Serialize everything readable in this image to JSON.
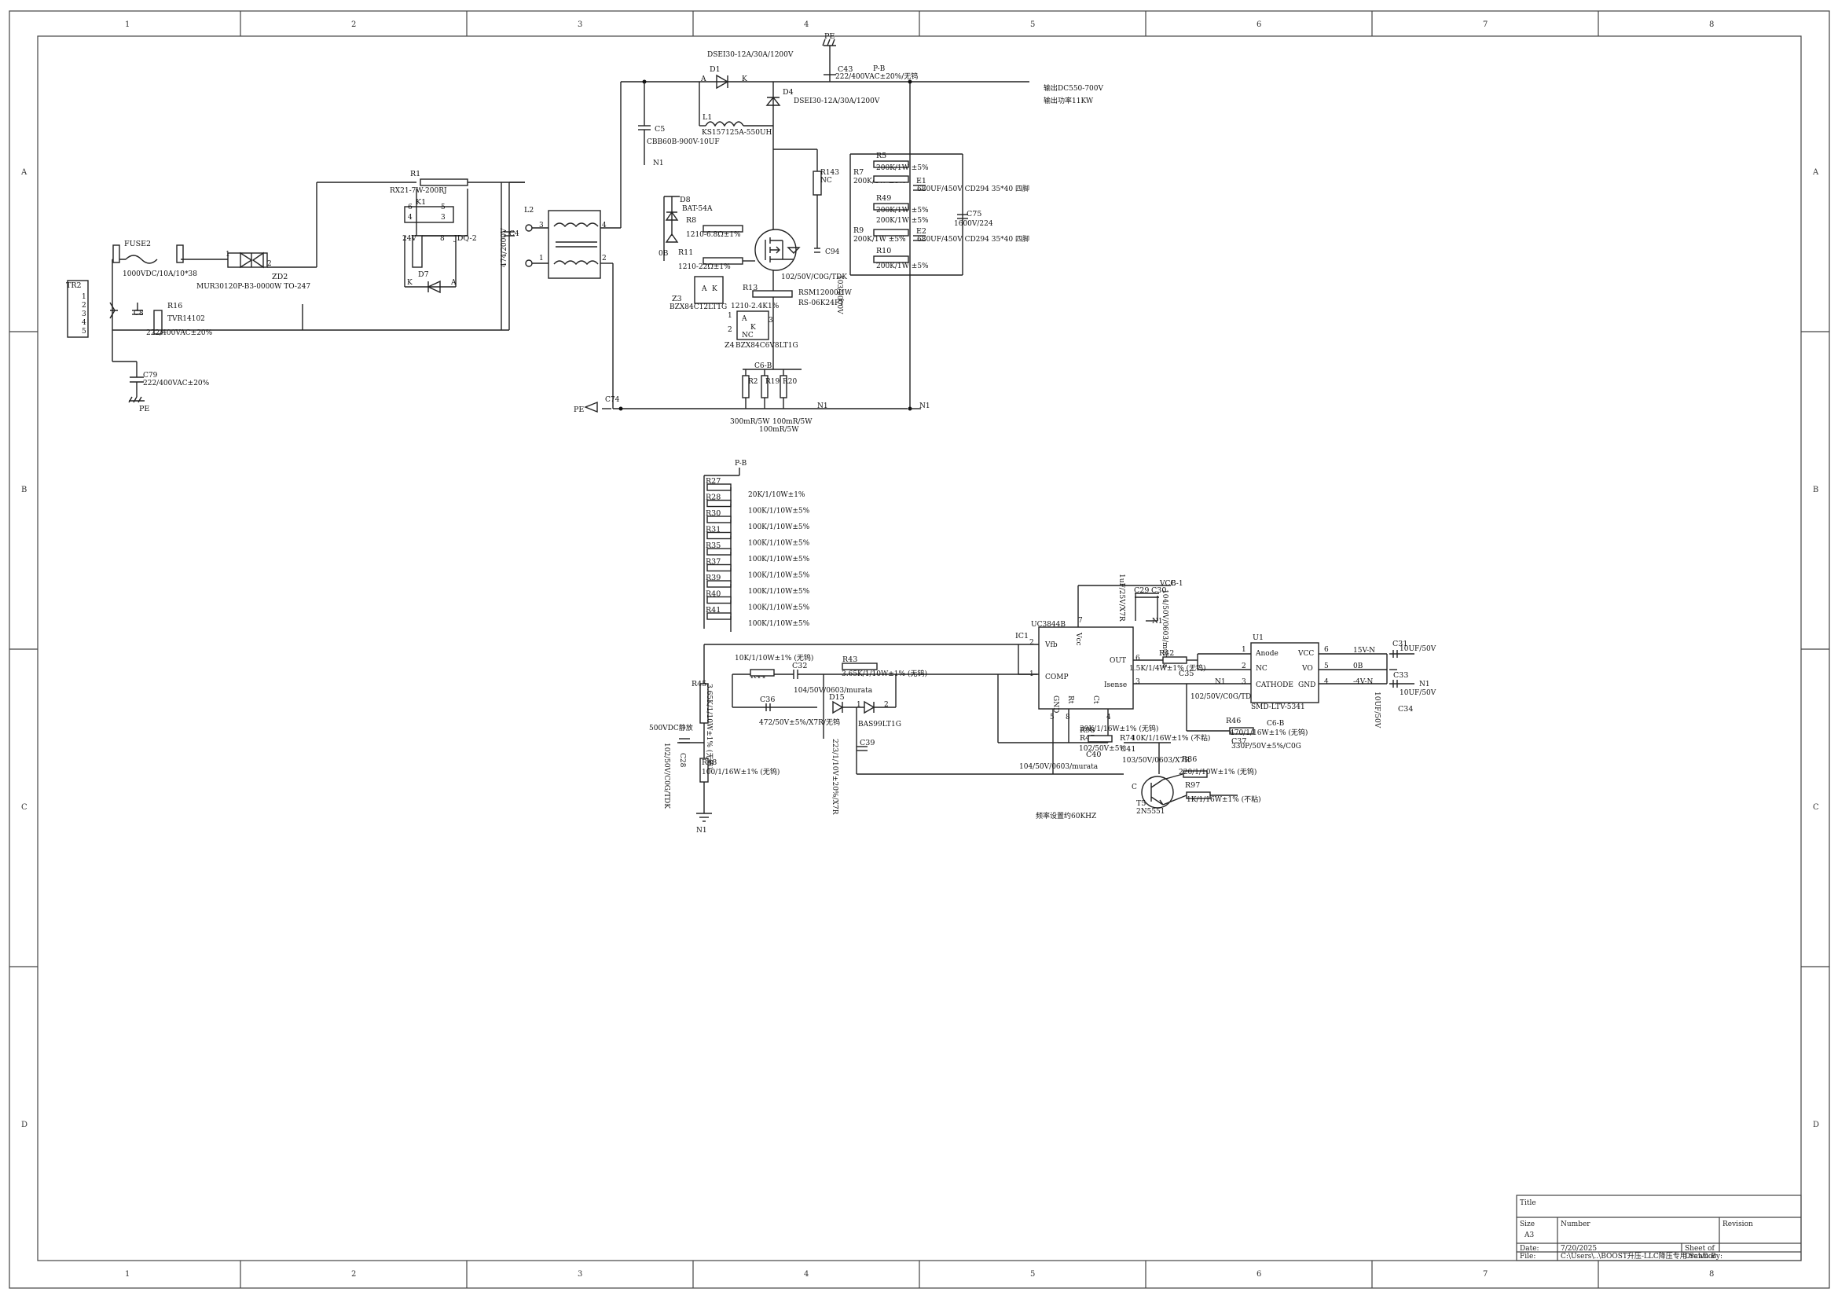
{
  "grid": {
    "cols": [
      "1",
      "2",
      "3",
      "4",
      "5",
      "6",
      "7",
      "8"
    ],
    "rows": [
      "A",
      "B",
      "C",
      "D"
    ]
  },
  "labels": {
    "tr2": "TR2",
    "tr2_pins": [
      "1",
      "2",
      "3",
      "4",
      "5"
    ],
    "fuse2": "FUSE2",
    "fuse2_val": "1000VDC/10A/10*38",
    "c8": "C8",
    "r16": "R16",
    "tvr": "TVR14102",
    "c8_val": "222/400VAC±20%",
    "c79": "C79",
    "c79_val": "222/400VAC±20%",
    "pe_bottom": "PE",
    "zd2": "ZD2",
    "zd2_pin1": "1",
    "zd2_pin2": "2",
    "zd2_val": "MUR30120P-B3-0000W TO-247",
    "r1": "R1",
    "r1_val": "RX21-7W-200RJ",
    "k1": "K1",
    "k1_pins": [
      "6",
      "4",
      "3",
      "5"
    ],
    "k1_24v": "24V",
    "k1_8": "8",
    "jdq2": "JDQ-2",
    "d7": "D7",
    "d7_k": "K",
    "d7_a": "A",
    "c4": "C4",
    "c4_val": "474/2000V",
    "l2": "L2",
    "l2_pins": [
      "3",
      "4",
      "1",
      "2"
    ],
    "c5": "C5",
    "c5_val": "CBB60B-900V-10UF",
    "n1_c5": "N1",
    "d1": "D1",
    "d1_a": "A",
    "d1_k": "K",
    "d1_val": "DSEI30-12A/30A/1200V",
    "pe_top": "PE",
    "c43": "C43",
    "c43_val": "222/400VAC±20%/无钨",
    "pb_top": "P-B",
    "d4": "D4",
    "d4_val": "DSEI30-12A/30A/1200V",
    "l1": "L1",
    "l1_val": "KS157125A-550UH",
    "out_voltage": "输出DC550-700V",
    "out_power": "输出功率11KW",
    "r143": "R143",
    "r143_nc": "NC",
    "d8": "D8",
    "d8_val": "BAT-54A",
    "r8": "R8",
    "r8_val": "1210-6.8Ω±1%",
    "ob_left": "0B",
    "r11": "R11",
    "r11_val": "1210-22Ω±1%",
    "z3": "Z3",
    "z3_val": "BZX84C12LT1G",
    "r13": "R13",
    "r13_val": "1210-2.4K1%",
    "z4": "Z4",
    "z4_val": "BZX84C6V8LT1G",
    "c9_val": "102/50V/C0G/TDK",
    "q1_val": "RS-06K24FT",
    "q1_name": "RSM12000HW",
    "c94": "C94",
    "c94_val": "103/2000V",
    "pin_labels": [
      "A",
      "K",
      "NC",
      "1",
      "2",
      "3"
    ],
    "r5": "R5",
    "r5_val": "200K/1W ±5%",
    "r7": "R7",
    "r7_val": "200K/1W ±5%",
    "e1": "E1",
    "e1_val": "680UF/450V CD294 35*40 四脚",
    "r49": "R49",
    "r49_val": "200K/1W ±5%",
    "c75": "C75",
    "c75_val": "1600V/224",
    "r9": "R9",
    "r9_val": "200K/1W ±5%",
    "e2": "E2",
    "e2_val": "680UF/450V CD294 35*40 四脚",
    "r10": "R10",
    "r10_val": "200K/1W ±5%",
    "n1_a": "N1",
    "n1_b": "N1",
    "pe_c74": "PE",
    "c74": "C74",
    "c6b": "C6-B",
    "r2": "R2",
    "r19": "R19",
    "r20": "R20",
    "shunt1": "300mR/5W",
    "shunt2": "100mR/5W",
    "shunt3": "100mR/5W",
    "pb_div": "P-B",
    "div_refs": [
      "R27",
      "R28",
      "R30",
      "R31",
      "R35",
      "R37",
      "R39",
      "R40",
      "R41"
    ],
    "div_vals": [
      "20K/1/10W±1%",
      "100K/1/10W±5%",
      "100K/1/10W±5%",
      "100K/1/10W±5%",
      "100K/1/10W±5%",
      "100K/1/10W±5%",
      "100K/1/10W±5%",
      "100K/1/10W±5%",
      "100K/1/10W±5%"
    ],
    "r44": "R44",
    "r44_val": "10K/1/10W±1% (无钨)",
    "c32": "C32",
    "c32_val": "104/50V/0603/murata",
    "r43": "R43",
    "r43_val": "3.65K/1/10W±1% (无钨)",
    "r45": "R45",
    "r45_val": "3.65K/1/10W±1% (无钨)",
    "c28_val": "500VDC静放",
    "c28": "C28",
    "c28_part": "102/50V/C0G/TDK",
    "r48": "R48",
    "r48_val": "100/1/16W±1% (无钨)",
    "n1_gnd": "N1",
    "c36": "C36",
    "c36_val": "472/50V±5%/X7R/无钨",
    "d15": "D15",
    "d15_pins": [
      "1",
      "2"
    ],
    "d15_val": "BAS99LT1G",
    "c39": "C39",
    "c39_val": "223/1/10V±20%/X7R",
    "ic1": "IC1",
    "ic1_part": "UC3844B",
    "ic1_pins": [
      "Vfb",
      "COMP",
      "OUT",
      "Isense",
      "GND",
      "Rt",
      "Vcc",
      "Ct"
    ],
    "ic1_nums": [
      "2",
      "1",
      "6",
      "3",
      "5",
      "8",
      "7",
      "4"
    ],
    "r42": "R42",
    "r42_val": "1.5K/1/4W±1% (无钨)",
    "c35": "C35",
    "c35_val": "102/50V/C0G/TDK",
    "vcc": "VCC",
    "b1": "B-1",
    "c29": "C29",
    "c30": "C30",
    "c29_val": "104/50V/0603/murata",
    "c30_val": "1uF/25V/X7R",
    "n1_vcc": "N1",
    "u1": "U1",
    "u1_pins": [
      "Anode",
      "NC",
      "CATHODE",
      "VCC",
      "VO",
      "GND"
    ],
    "u1_nums": [
      "1",
      "2",
      "3",
      "6",
      "5",
      "4"
    ],
    "u1_part": "SMD-LTV-5341",
    "n1_u1": "N1",
    "plus15": "15V-N",
    "ob_right": "0B",
    "minus4": "-4V-N",
    "c31": "C31",
    "c31_val": "10UF/50V",
    "c33": "C33",
    "c33_val": "10UF/50V",
    "c34": "C34",
    "c34_val": "10UF/50V",
    "n1_right": "N1",
    "r46": "R46",
    "r46_val": "470/1/16W±1% (无钨)",
    "c6b2": "C6-B",
    "c37": "C37",
    "c37_val": "330P/50V±5%/C0G",
    "r98": "R98",
    "r98_val": "39K/1/16W±1% (无钨)",
    "r47": "R47",
    "c40": "C40",
    "c40_val": "102/50V±5%",
    "r74": "R74",
    "r74_val": "10K/1/16W±1% (不粘)",
    "c41": "C41",
    "c41_val": "103/50V/0603/X7R",
    "r86": "R86",
    "r86_val": "220/1/10W±1% (无钨)",
    "r97": "R97",
    "r97_val": "1K/1/16W±1% (不粘)",
    "c104": "104/50V/0603/murata",
    "t5": "T5",
    "t5_val": "2N5551",
    "freq": "频率设置约60KHZ",
    "c_lbl": "C"
  },
  "titleblock": {
    "title": "Title",
    "size": "Size",
    "size_val": "A3",
    "number": "Number",
    "revision": "Revision",
    "date": "Date:",
    "date_val": "7/20/2025",
    "sheet": "Sheet  of",
    "file": "File:",
    "file_val": "C:\\Users\\..\\BOOST升压-LLC降压专用.SchDoc",
    "drawn": "Drawn By:"
  }
}
